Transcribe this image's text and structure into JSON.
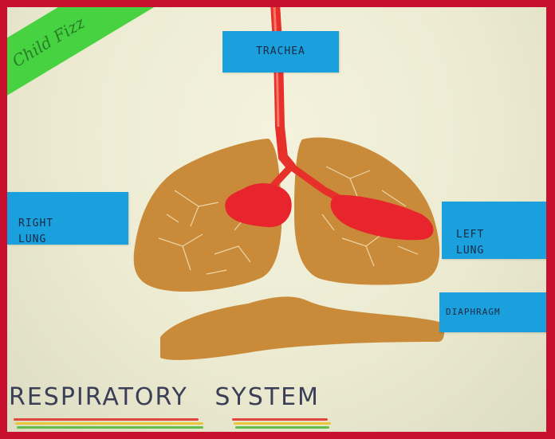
{
  "labels": {
    "trachea": "TRACHEA",
    "right_lung": "RIGHT\nLUNG",
    "left_lung": "LEFT\nLUNG",
    "diaphragm": "DIAPHRAGM",
    "corner": "Child Fizz"
  },
  "title": {
    "word1": "RESPIRATORY",
    "word2": "SYSTEM"
  },
  "colors": {
    "frame": "#c8102e",
    "poster": "#efeed6",
    "label_tape": "#1aa0dd",
    "green_tape": "#3fd13a",
    "lung": "#c98b3a",
    "trachea": "#e8302a"
  }
}
